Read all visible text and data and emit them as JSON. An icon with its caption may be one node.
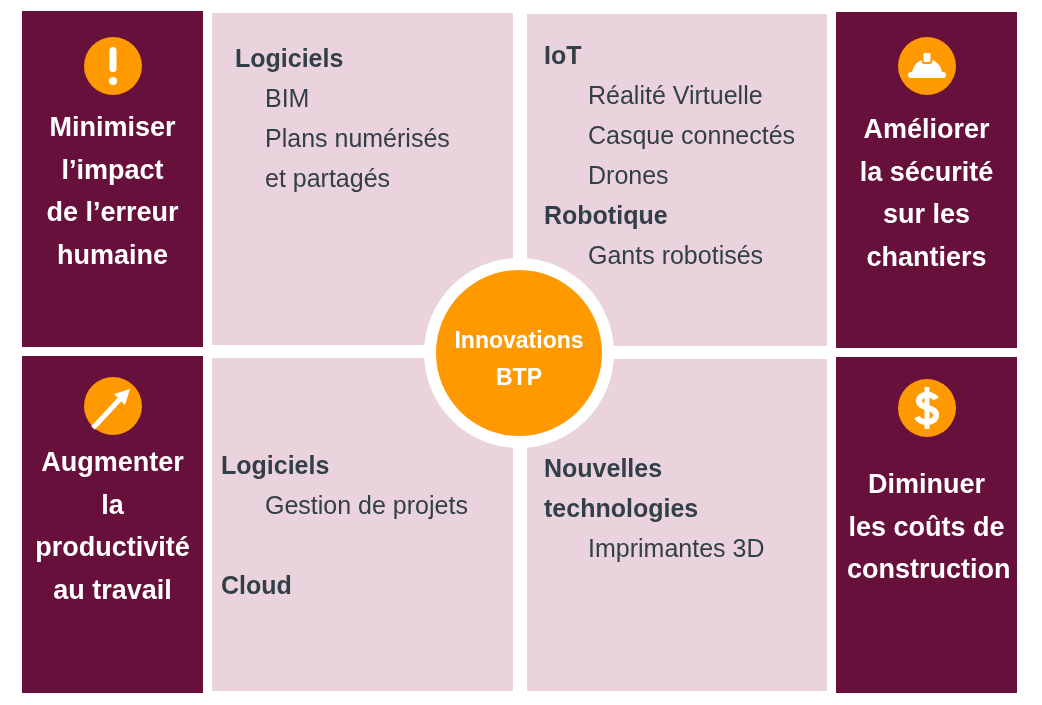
{
  "diagram": {
    "nodes": [
      {
        "text": [
          "Minimiser l’impact de l’erreur humaine"
        ]
      },
      {
        "text": [
          "Logiciels",
          "BIM",
          "Plans numérisés et partagés"
        ]
      },
      {
        "text": [
          "IoT",
          "Réalité Virtuelle",
          "Casque connectés",
          "Drones",
          "Robotique",
          "Gants robotisés"
        ]
      },
      {
        "text": [
          "Améliorer la sécurité sur les chantiers"
        ]
      },
      {
        "text": [
          "Augmenter la productivité au travail"
        ]
      },
      {
        "text": [
          "Logiciels",
          "Gestion de projets",
          "Cloud"
        ]
      },
      {
        "text": [
          "Nouvelles technologies",
          "Imprimantes 3D"
        ]
      },
      {
        "text": [
          "Diminuer les coûts de construction"
        ]
      },
      {
        "text": [
          "Innovations BTP"
        ]
      }
    ]
  }
}
